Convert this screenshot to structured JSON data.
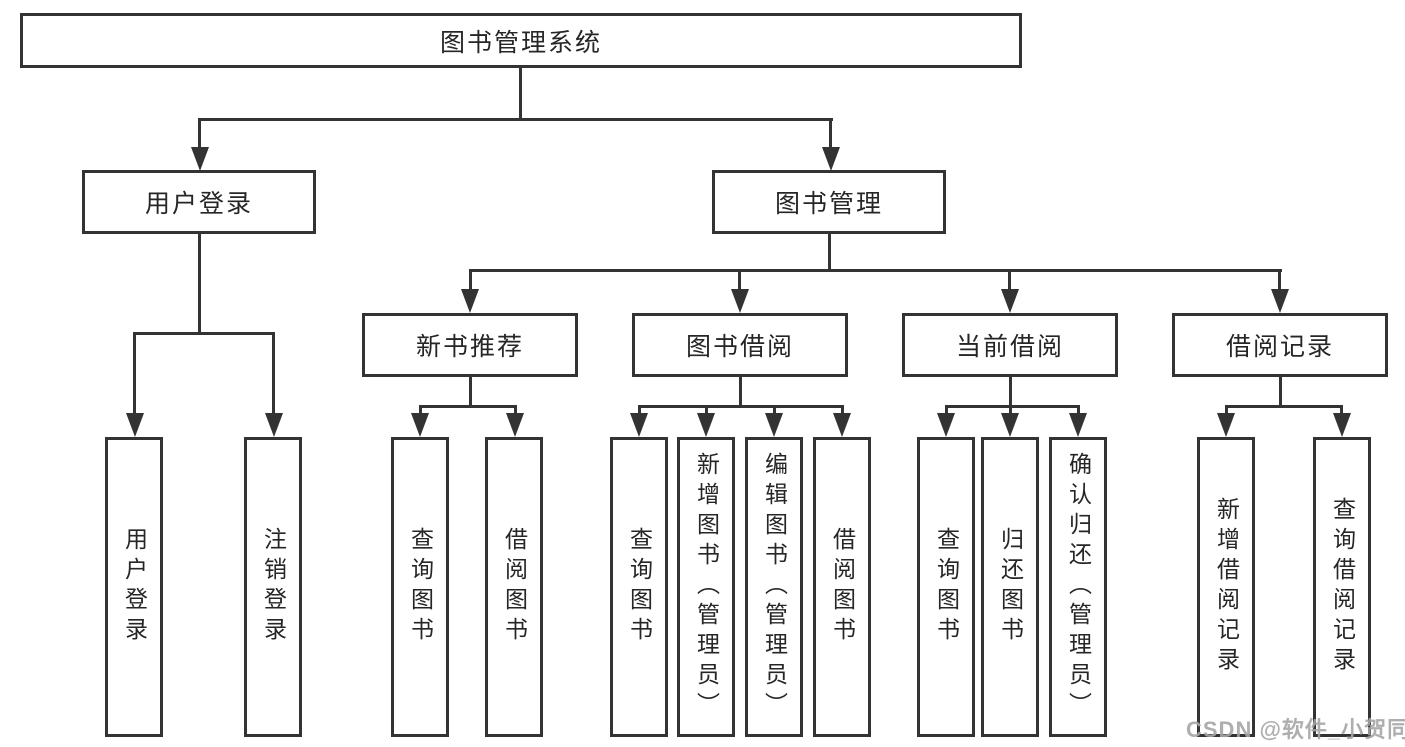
{
  "colors": {
    "line": "#333333",
    "text": "#262626",
    "background": "#ffffff",
    "watermark": "#a6a6a6"
  },
  "nodes": {
    "root": "图书管理系统",
    "user_login": "用户登录",
    "book_mgmt": "图书管理",
    "new_books": "新书推荐",
    "book_borrow": "图书借阅",
    "current_borrow": "当前借阅",
    "borrow_records": "借阅记录"
  },
  "leaves": {
    "user_login": "用户登录",
    "logout": "注销登录",
    "nb_query": "查询图书",
    "nb_borrow": "借阅图书",
    "bb_query": "查询图书",
    "bb_add": "新增图书（管理员）",
    "bb_edit": "编辑图书（管理员）",
    "bb_borrow": "借阅图书",
    "cb_query": "查询图书",
    "cb_return": "归还图书",
    "cb_confirm": "确认归还（管理员）",
    "br_add": "新增借阅记录",
    "br_query": "查询借阅记录"
  },
  "watermark": "CSDN @软件_小贺同学"
}
